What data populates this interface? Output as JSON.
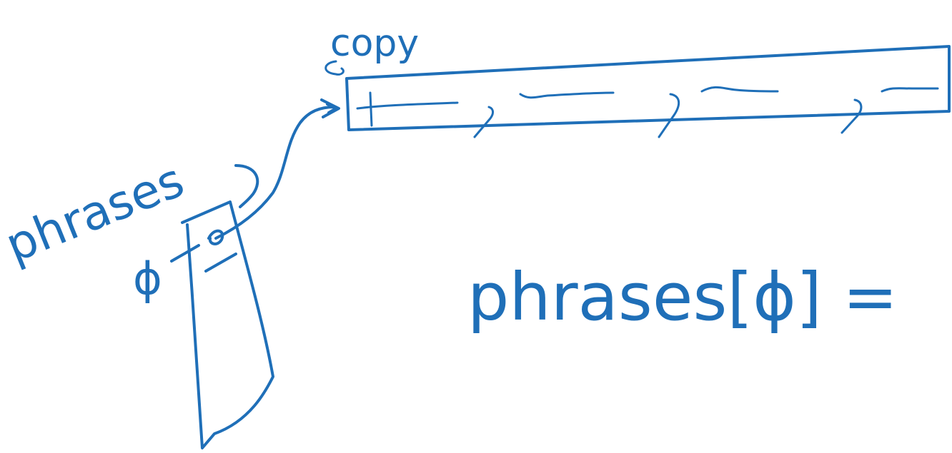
{
  "ink_color": "#1f6fb8",
  "background_color": "#ffffff",
  "labels": {
    "copy": "copy",
    "phrases": "phrases",
    "index_zero": "ϕ",
    "expression": "phrases[ϕ] ="
  }
}
